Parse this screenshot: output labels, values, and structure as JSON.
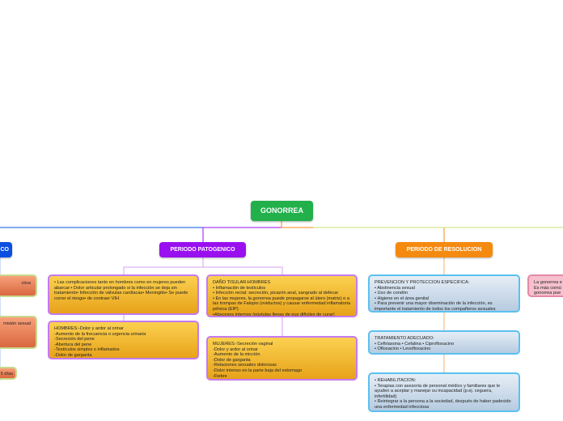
{
  "root": {
    "label": "GONORREA"
  },
  "branches": {
    "left": {
      "label": "CO"
    },
    "pathogenic": {
      "label": "PERIODO PATOGENICO"
    },
    "resolution": {
      "label": "PERIODO DE RESOLUCION"
    }
  },
  "left_boxes": [
    "ctiva",
    "misión sexual",
    "5 días"
  ],
  "pathogenic_boxes": {
    "complications": "• Las complicaciones tanto en hombres como en mujeres pueden abarcar:• Dolor articular prolongado si la infección se deja sin tratamiento• Infección de válvulas cardíacas• Meningitis• Se puede correr el riesgo• de contraer VIH",
    "men": "HOMBRES:-Dolor y ardor al orinar\n-Aumento de la frecuencia o urgencia urinaria\n-Secreción del pene\n-Abertura del pene\n-Testículos simples o inflamados\n-Dolor de garganta",
    "tissue_damage": "DAÑO TISULAR:HOMBRES\n• Inflamación de testículos\n• Infección rectal: secreción, picazón anal, sangrado al defecar\n• En las mujeres, la gonorrea puede propagarse al útero (matriz) o a las trompas de Falopio (oviductos) y causar enfermedad inflamatoria pélvica (EIP)\n•Abscesos internos (pústulas llenas de pus difíciles de curar)",
    "women": "MUJERES:-Secreción vaginal\n-Dolor y ardor al orinar\n-Aumento de la micción\n-Dolor de garganta\n-Relaciones sexuales dolorosas\n-Dolor intenso en la parte baja del estomago\n-Fiebre"
  },
  "resolution_boxes": {
    "prevention": "PREVENCION Y PROTECCION ESPECIFICA:\n• Abstinencia sexual\n• Uso de condón\n• Higiene en el área genital\n• Para prevenir una mayor diseminación de la infección, es importante el tratamiento de todos los compañeros sexuales",
    "treatment": "TRATAMIENTO ADECUADO:\n• Ceftriaxona            • Cefalina               • Ciprofloxacino\n• Ofloxacino             • Levofloxacino",
    "rehab": "• REHABILITACION:\n• Terapias con asesoría de personal médico y familiares que le ayuden a aceptar y manejar su incapacidad (p.ej. ceguera, infertilidad)\n• Reintegrar a la persona a la sociedad, después de haber padecido una enfermedad infecciosa"
  },
  "right_box": "La gonorrea e\nEs más comú\ngonorrea pue"
}
